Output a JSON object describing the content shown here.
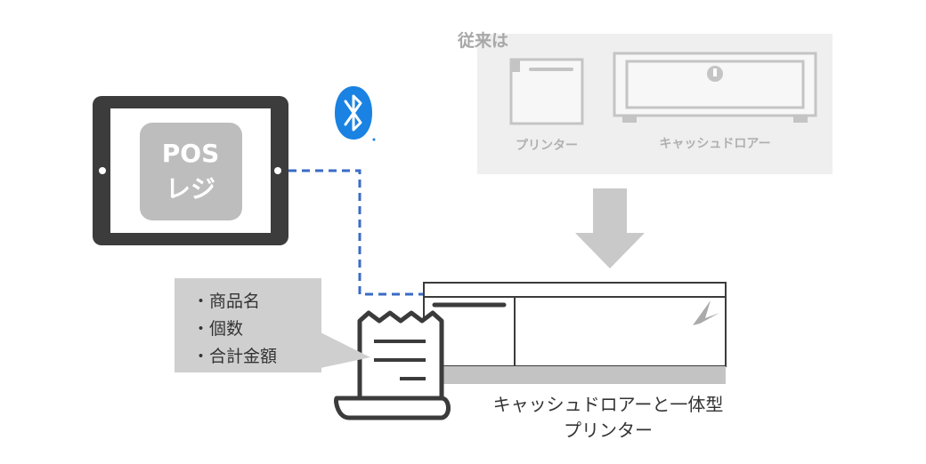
{
  "pos_app": {
    "line1": "POS",
    "line2": "レジ"
  },
  "before": {
    "heading": "従来は",
    "printer_label": "プリンター",
    "drawer_label": "キャッシュドロアー"
  },
  "receipt_info": {
    "items": [
      "・商品名",
      "・個数",
      "・合計金額"
    ]
  },
  "integrated_device": {
    "caption_line1": "キャッシュドロアーと一体型",
    "caption_line2": "プリンター"
  },
  "connection": {
    "type": "bluetooth",
    "icon": "bluetooth-icon"
  },
  "colors": {
    "tablet_frame": "#3c3c3c",
    "app_tile": "#bdbdbd",
    "bluetooth_blue": "#1a82e2",
    "dashed_line": "#3a6bc6",
    "muted_panel": "#efefef",
    "muted_stroke": "#c8c8c8",
    "arrow": "#c9c9c9",
    "callout_bg": "#cfcfcf",
    "device_stroke": "#3b3b3b"
  }
}
